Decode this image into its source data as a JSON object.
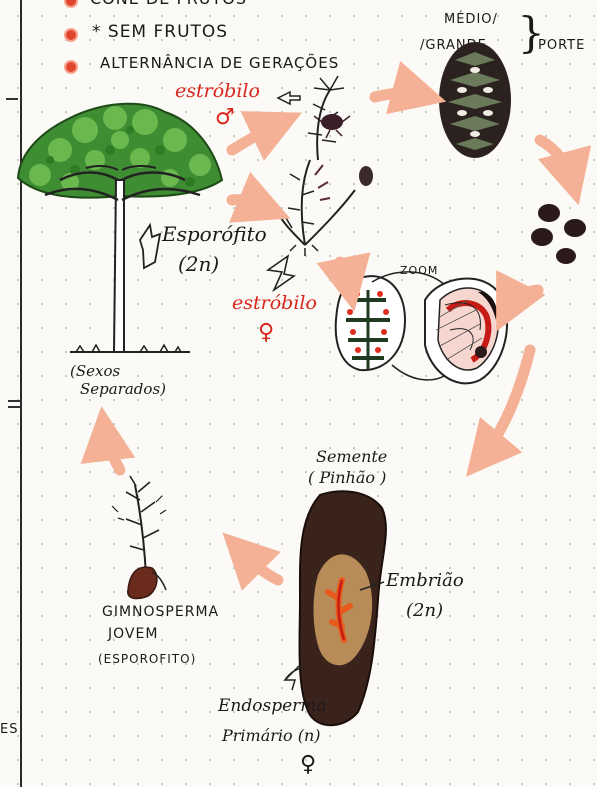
{
  "header": {
    "cut_top_text": "CONE DE FRUTOS",
    "no_fruits": "* SEM FRUTOS",
    "alternation": "ALTERNÂNCIA DE GERAÇÕES",
    "size_medium": "MÉDIO/",
    "size_large": "/GRANDE",
    "size_port": "PORTE"
  },
  "labels": {
    "male_strobilus": "estróbilo",
    "male_symbol": "♂",
    "sporophyte": "Esporófito",
    "sporophyte_ploidy": "(2n)",
    "female_strobilus": "estróbilo",
    "female_symbol": "♀",
    "sexes_line1": "(Sexos",
    "sexes_line2": "Separados)",
    "zoom": "ZOOM",
    "seed_line1": "Semente",
    "seed_line2": "( Pinhão )",
    "embryo": "Embrião",
    "embryo_ploidy": "(2n)",
    "young_line1": "GIMNOSPERMA",
    "young_line2": "JOVEM",
    "young_line3": "(ESPOROFITO)",
    "endosperm_line1": "Endosperma",
    "endosperm_line2": "Primário (n)",
    "endosperm_symbol": "♀",
    "left_margin": "ES"
  },
  "colors": {
    "arrow": "#f4b196",
    "red_text": "#d9261c",
    "foliage": "#4a9a3a",
    "cone_dark": "#2e1c16",
    "seed_dark": "#3a231b",
    "bullet": "#e0452d"
  }
}
